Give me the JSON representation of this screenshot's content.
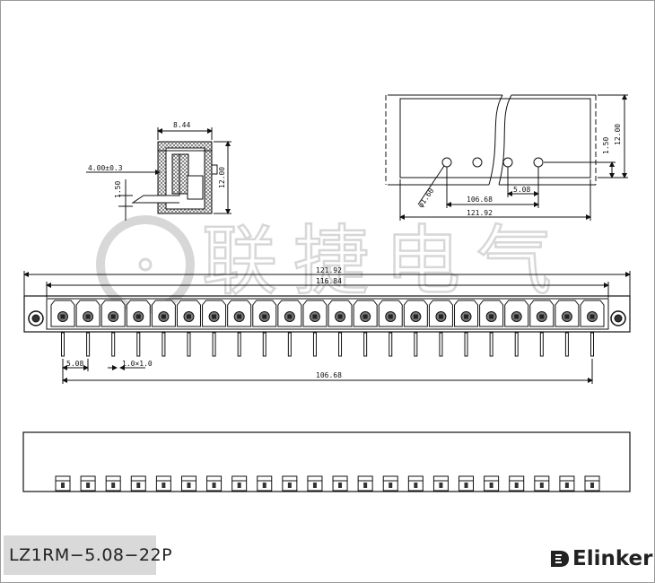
{
  "drawing": {
    "part_number": "LZ1RM−5.08−22P",
    "brand_name": "Elinker",
    "watermark_text": "联捷电气",
    "pin_count": 22
  },
  "side_view": {
    "width": "8.44",
    "height": "12.00",
    "pin_offset": "4.00±0.3",
    "pin_height": "1.50"
  },
  "pcb_view": {
    "height": "12.00",
    "row_offset": "1.50",
    "hole_dia": "φ1.60",
    "pitch": "5.08",
    "pin_span": "106.68",
    "total_length": "121.92"
  },
  "front_view": {
    "total_length": "121.92",
    "body_length": "116.84",
    "pitch": "5.08",
    "pin_size": "1.0×1.0",
    "pin_span": "106.68"
  },
  "colors": {
    "line": "#111111",
    "terminal_fill": "#7a7a7a",
    "label_bg": "#d9d9d9",
    "watermark": "#b8b8b8"
  }
}
